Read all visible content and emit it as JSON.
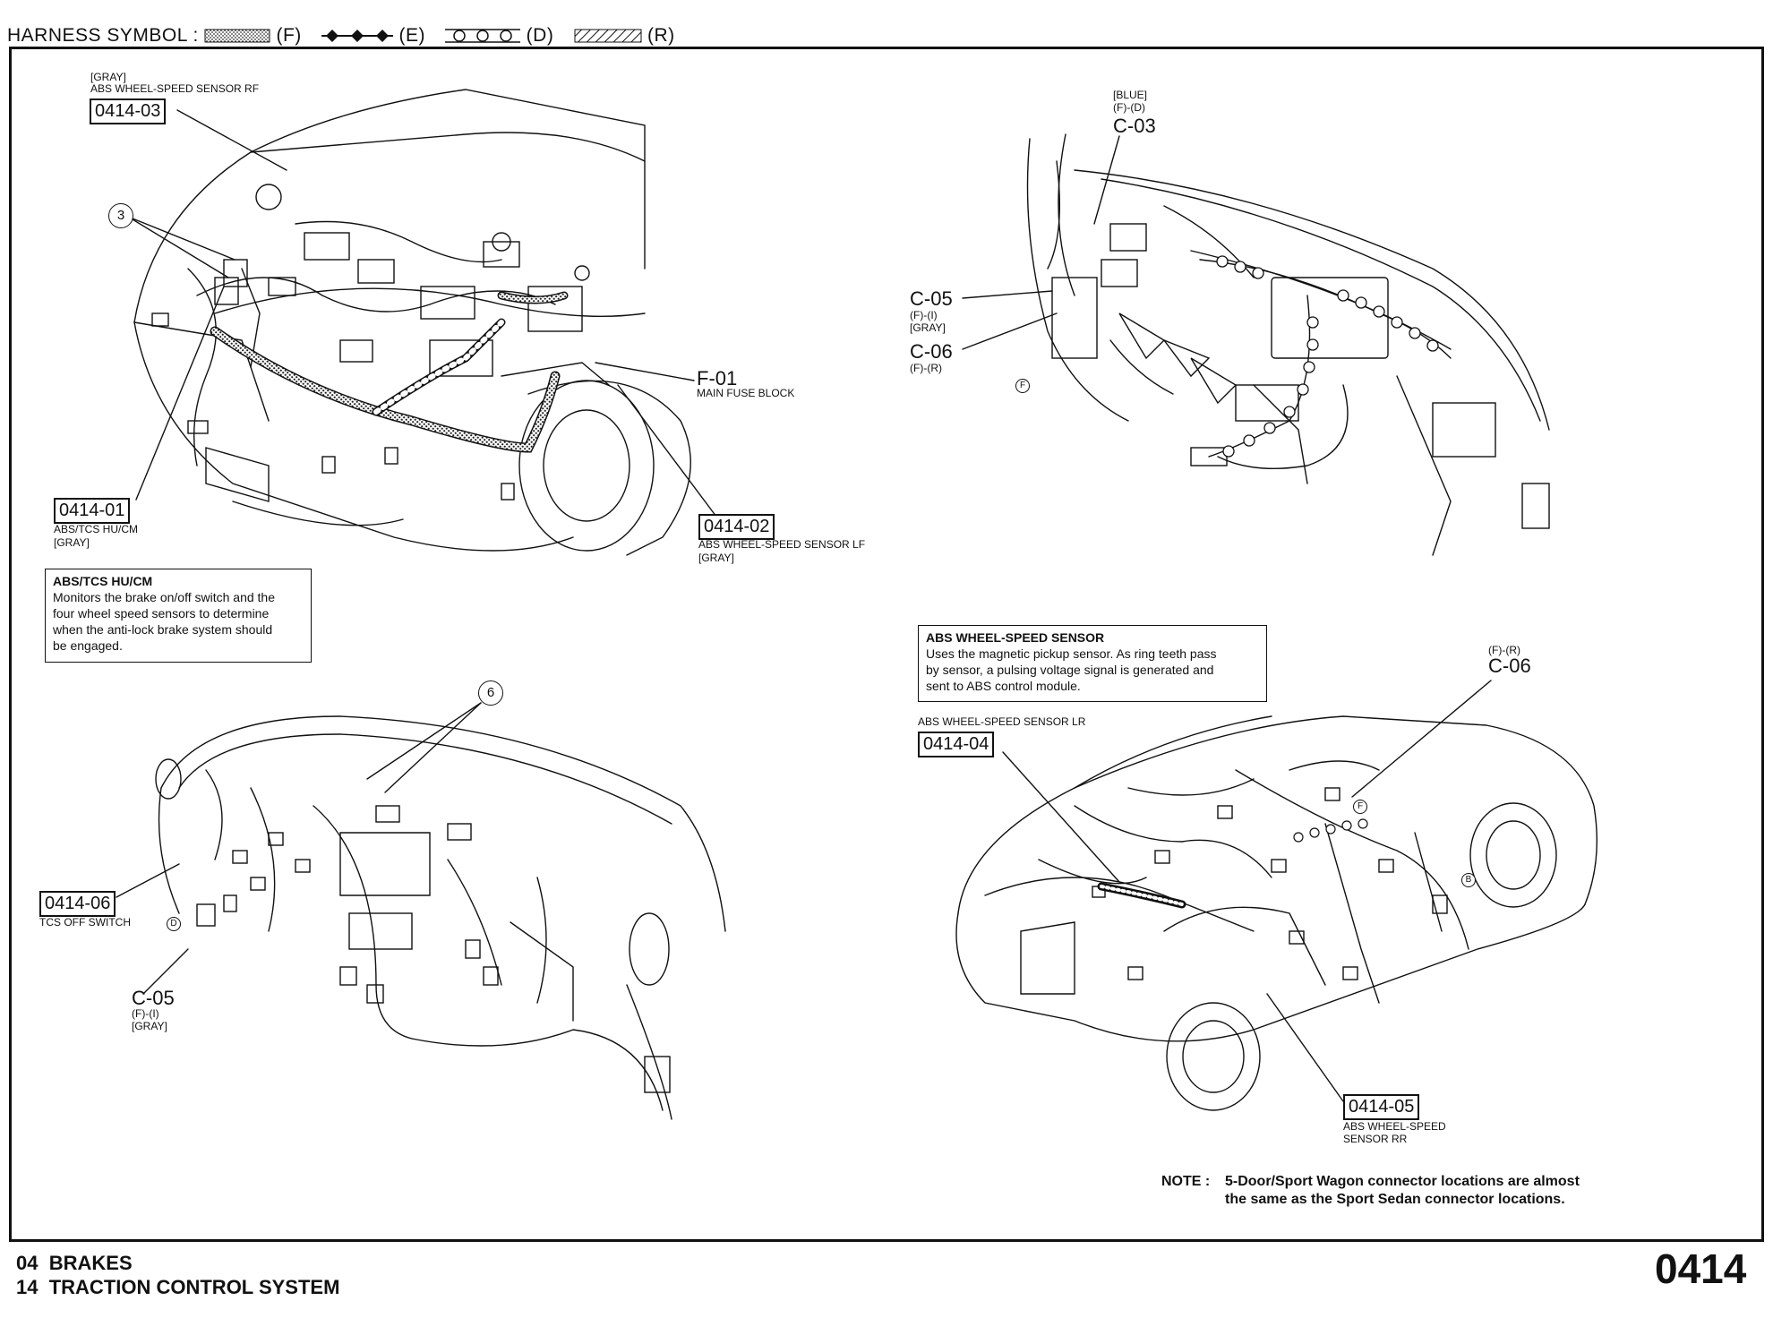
{
  "header": {
    "harness_label": "HARNESS SYMBOL :",
    "symbols": [
      {
        "code": "(F)",
        "pattern": "dotted-hatch"
      },
      {
        "code": "(E)",
        "pattern": "diamonds"
      },
      {
        "code": "(D)",
        "pattern": "circles"
      },
      {
        "code": "(R)",
        "pattern": "diagonal-hatch"
      }
    ]
  },
  "engine_bay": {
    "rf": {
      "color": "[GRAY]",
      "desc": "ABS WHEEL-SPEED SENSOR RF",
      "code": "0414-03"
    },
    "circle3": "3",
    "f01": {
      "code": "F-01",
      "desc": "MAIN FUSE BLOCK"
    },
    "hucm": {
      "code": "0414-01",
      "desc": "ABS/TCS HU/CM",
      "color": "[GRAY]"
    },
    "lf": {
      "code": "0414-02",
      "desc": "ABS WHEEL-SPEED SENSOR LF",
      "color": "[GRAY]"
    },
    "info": {
      "title": "ABS/TCS HU/CM",
      "lines": [
        "Monitors the brake on/off switch and the",
        "four wheel speed sensors to determine",
        "when the anti-lock brake system should",
        "be engaged."
      ]
    }
  },
  "interior": {
    "c03": {
      "color": "[BLUE]",
      "harness": "(F)-(D)",
      "code": "C-03"
    },
    "c05": {
      "code": "C-05",
      "harness": "(F)-(I)",
      "color": "[GRAY]"
    },
    "c06": {
      "code": "C-06",
      "harness": "(F)-(R)"
    },
    "marker": "F"
  },
  "dashboard": {
    "circle6": "6",
    "tcs": {
      "code": "0414-06",
      "desc": "TCS OFF SWITCH"
    },
    "c05": {
      "code": "C-05",
      "harness": "(F)-(I)",
      "color": "[GRAY]"
    },
    "marker": "D"
  },
  "vehicle": {
    "info": {
      "title": "ABS WHEEL-SPEED SENSOR",
      "lines": [
        "Uses the magnetic pickup sensor. As ring teeth pass",
        "by sensor, a pulsing voltage signal is generated and",
        "sent to ABS control module."
      ]
    },
    "lr": {
      "desc": "ABS WHEEL-SPEED SENSOR LR",
      "code": "0414-04"
    },
    "c06": {
      "harness": "(F)-(R)",
      "code": "C-06"
    },
    "rr": {
      "code": "0414-05",
      "desc1": "ABS WHEEL-SPEED",
      "desc2": "SENSOR RR"
    },
    "markers": [
      "F",
      "B"
    ],
    "note": {
      "label": "NOTE :",
      "line1": "5-Door/Sport Wagon connector locations are almost",
      "line2": "the same as the Sport Sedan connector locations."
    }
  },
  "footer": {
    "section_num": "04",
    "section": "BRAKES",
    "sub_num": "14",
    "sub": "TRACTION CONTROL SYSTEM",
    "page": "0414"
  }
}
